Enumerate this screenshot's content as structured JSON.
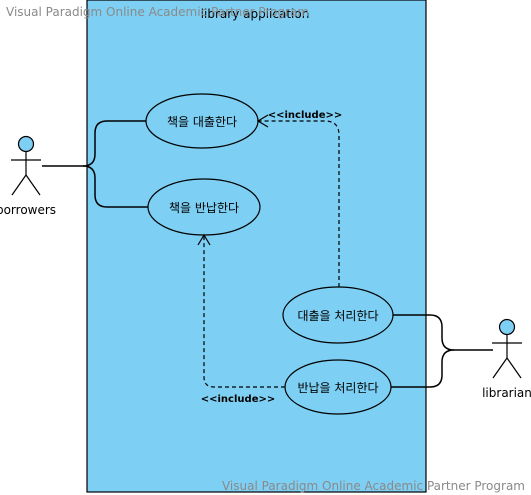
{
  "watermark": {
    "top": "Visual Paradigm Online Academic Partner Program",
    "bottom": "Visual Paradigm Online Academic Partner Program"
  },
  "system": {
    "title": "library application"
  },
  "actors": {
    "borrowers": {
      "label": "borrowers"
    },
    "librarian": {
      "label": "librarian"
    }
  },
  "use_cases": {
    "borrow": "책을 대출한다",
    "return": "책을 반납한다",
    "process_loan": "대출을 처리한다",
    "process_return": "반납을 처리한다"
  },
  "relations": {
    "include_loan": "<<include>>",
    "include_return": "<<include>>"
  },
  "colors": {
    "fill": "#7dcff3",
    "stroke": "#000000",
    "watermark": "#8a8a8a"
  }
}
